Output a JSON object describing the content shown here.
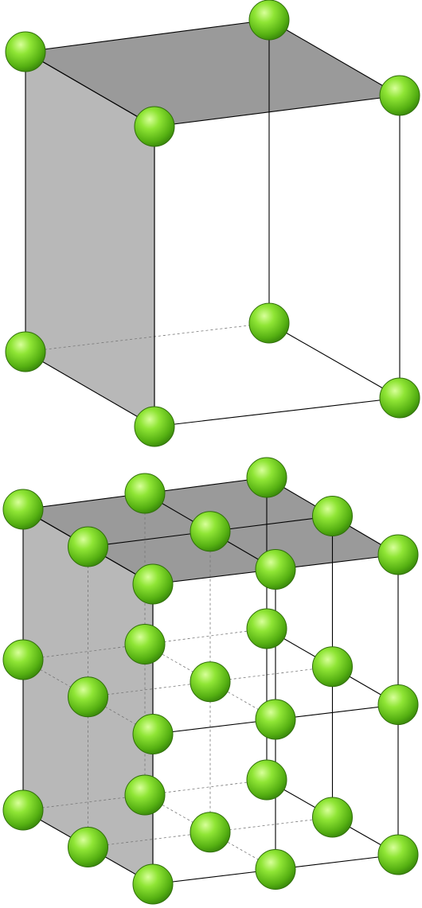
{
  "figures": [
    {
      "name": "unit-cell",
      "atom_count": 8,
      "shaded_faces": [
        "top",
        "left"
      ]
    },
    {
      "name": "supercell-2x2x2",
      "atom_count": 27,
      "shaded_faces": [
        "top",
        "left"
      ]
    }
  ],
  "colors": {
    "atom_light": "#b6f56a",
    "atom_mid": "#6fd41c",
    "atom_dark": "#3b8a0c",
    "atom_outline": "#2f6e08",
    "face_top": "#9a9a9a",
    "face_left": "#b8b8b8",
    "edge": "#000000",
    "hidden_edge": "#777777"
  }
}
